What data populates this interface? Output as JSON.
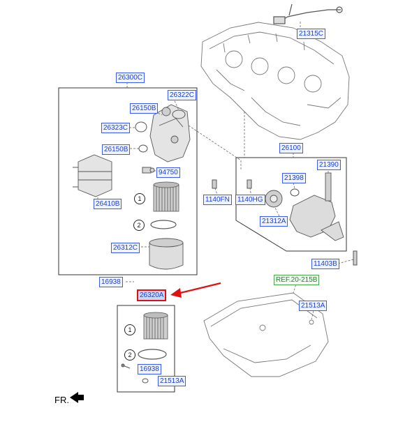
{
  "labels": {
    "p21315C": "21315C",
    "p26300C": "26300C",
    "p26322C": "26322C",
    "p26150B_a": "26150B",
    "p26323C": "26323C",
    "p26150B_b": "26150B",
    "p94750": "94750",
    "p26410B": "26410B",
    "p26312C": "26312C",
    "p16938_a": "16938",
    "p26320A": "26320A",
    "p26100": "26100",
    "p21398": "21398",
    "p21390": "21390",
    "p1140FN": "1140FN",
    "p1140HG": "1140HG",
    "p21312A": "21312A",
    "p11403B": "11403B",
    "ref": "REF.20-215B",
    "p21513A_a": "21513A",
    "p16938_b": "16938",
    "p21513A_b": "21513A"
  },
  "callouts": {
    "one": "1",
    "two": "2",
    "one_b": "1",
    "two_b": "2"
  },
  "orientation": "FR.",
  "colors": {
    "label_text": "#1a3fd6",
    "label_border": "#3a5cf0",
    "highlight_arrow": "#e01010",
    "ref_text": "#2c7a2c"
  }
}
